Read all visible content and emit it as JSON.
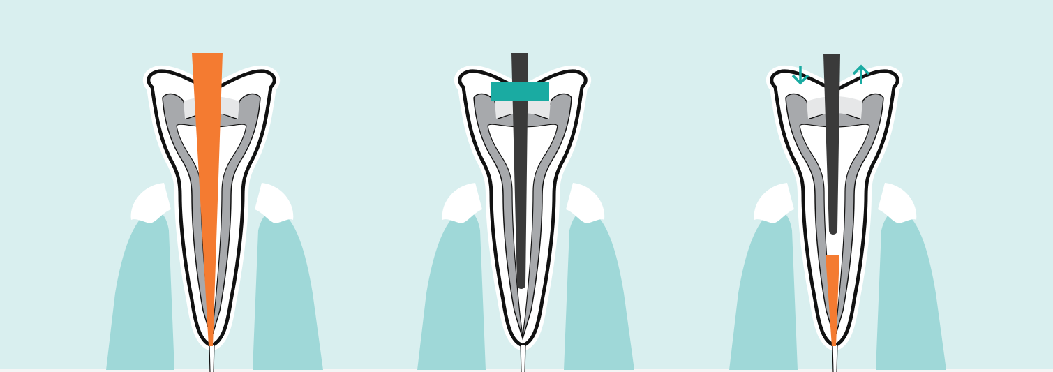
{
  "diagram": {
    "colors": {
      "background": "#d9efef",
      "gum": "#9fd8d8",
      "enamel_outline": "#111111",
      "dentin": "#ffffff",
      "canal_wall": "#a7a9ac",
      "pulp_chamber": "#e6e7e8",
      "gutta_percha": "#f47b31",
      "plugger": "#3a3a3a",
      "stopper": "#1aaba2",
      "arrow": "#1aaba2",
      "page_strip": "#f5f5f5"
    },
    "panels": [
      {
        "id": "cone-fit",
        "instrument": "gutta-percha-cone",
        "fill_level": 1.0,
        "has_stopper": false,
        "has_arrows": false
      },
      {
        "id": "down-pack",
        "instrument": "plugger",
        "fill_level": 0.0,
        "has_stopper": true,
        "has_arrows": false
      },
      {
        "id": "backfill",
        "instrument": "plugger",
        "fill_level": 0.25,
        "has_stopper": false,
        "has_arrows": true
      }
    ],
    "arrows": {
      "down_icon": "arrow-down-icon",
      "up_icon": "arrow-up-icon"
    }
  }
}
